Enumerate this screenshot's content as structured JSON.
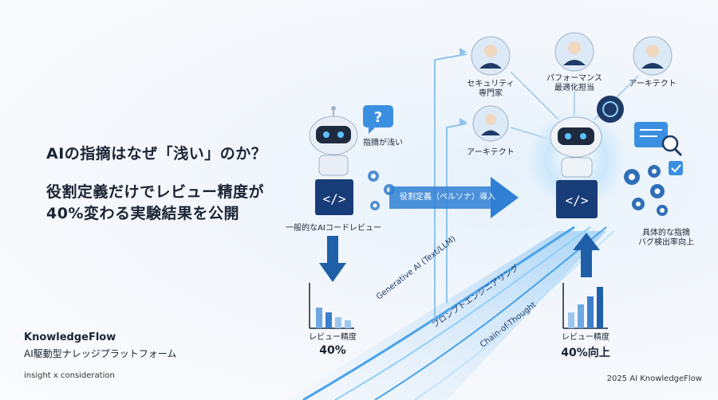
{
  "headline": "AIの指摘はなぜ「浅い」のか？",
  "subheadline_1": "役割定義だけでレビュー精度が",
  "subheadline_2": "40%変わる実験結果を公開",
  "brand": {
    "name": "KnowledgeFlow",
    "tagline": "AI駆動型ナレッジプラットフォーム"
  },
  "footer": {
    "left": "insight x consideration",
    "right": "2025 AI KnowledgeFlow"
  },
  "labels": {
    "shallow": "指摘が浅い",
    "general_review": "一般的なAIコードレビュー",
    "arrow": "役割定義（ペルソナ）導入",
    "security": "セキュリティ\n専門家",
    "perf": "パフォーマンス\n最適化担当",
    "architect_top": "アーキテクト",
    "architect_mid": "アーキテクト",
    "specific": "具体的な指摘\nバグ検出率向上",
    "review_acc_left": "レビュー精度",
    "review_val_left": "40%",
    "review_acc_right": "レビュー精度",
    "review_val_right": "40%向上",
    "road_1": "Generative AI (Text/LLM)",
    "road_2": "プロンプトエンジニアリング",
    "road_3": "Chain-of-Thought"
  },
  "colors": {
    "accent": "#1f5fa8",
    "light": "#7fc2ef",
    "dark": "#1b2434"
  }
}
